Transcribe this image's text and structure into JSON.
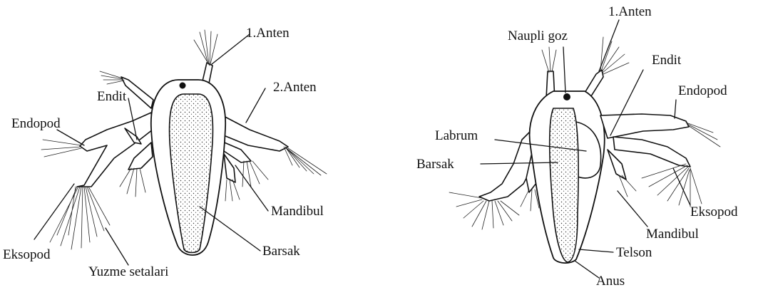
{
  "left_larva": {
    "labels": {
      "antenna1": "1.Anten",
      "antenna2": "2.Anten",
      "endite": "Endit",
      "endopod": "Endopod",
      "mandible": "Mandibul",
      "gut": "Barsak",
      "exopod": "Eksopod",
      "swimming_setae": "Yuzme setalari"
    }
  },
  "right_larva": {
    "labels": {
      "nauplius_eye": "Naupli goz",
      "antenna1": "1.Anten",
      "endite": "Endit",
      "endopod": "Endopod",
      "labrum": "Labrum",
      "gut": "Barsak",
      "exopod": "Eksopod",
      "mandible": "Mandibul",
      "telson": "Telson",
      "anus": "Anus"
    }
  }
}
